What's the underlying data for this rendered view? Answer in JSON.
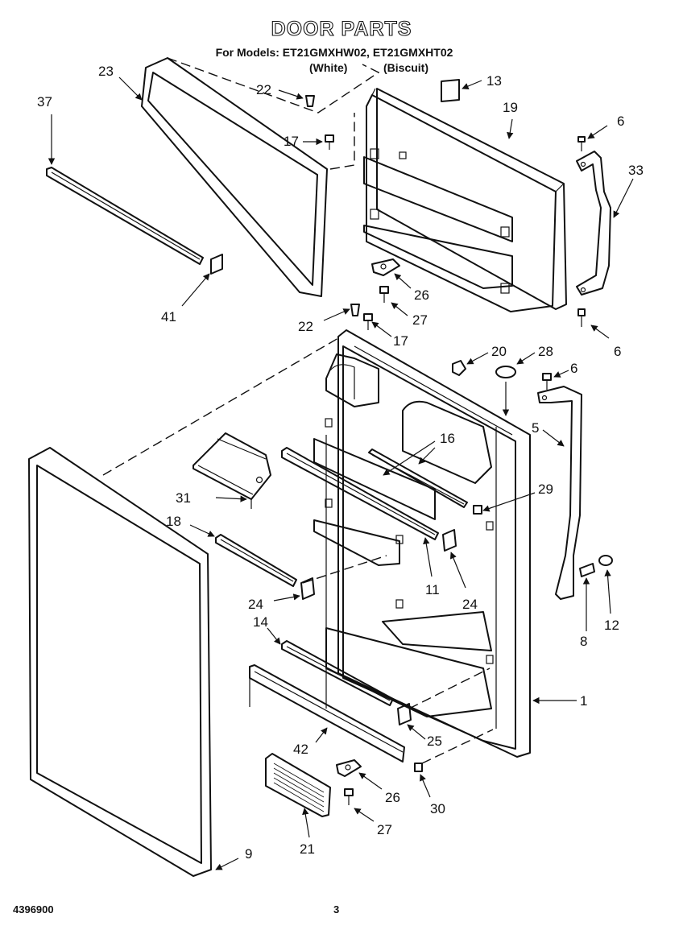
{
  "header": {
    "title": "DOOR PARTS",
    "models": "For Models: ET21GMXHW02, ET21GMXHT02",
    "variant_white": "(White)",
    "variant_biscuit": "(Biscuit)"
  },
  "footer": {
    "part_number": "4396900",
    "page_number": "3"
  },
  "callouts": {
    "c23": "23",
    "c22a": "22",
    "c13": "13",
    "c37": "37",
    "c17a": "17",
    "c19": "19",
    "c6a": "6",
    "c33": "33",
    "c41": "41",
    "c26a": "26",
    "c27a": "27",
    "c6b": "6",
    "c22b": "22",
    "c17b": "17",
    "c20": "20",
    "c28": "28",
    "c6c": "6",
    "c5": "5",
    "c16": "16",
    "c31": "31",
    "c29": "29",
    "c18": "18",
    "c24a": "24",
    "c11": "11",
    "c24b": "24",
    "c8": "8",
    "c12": "12",
    "c14": "14",
    "c1": "1",
    "c25": "25",
    "c42": "42",
    "c26b": "26",
    "c30": "30",
    "c27b": "27",
    "c21": "21",
    "c9": "9"
  }
}
